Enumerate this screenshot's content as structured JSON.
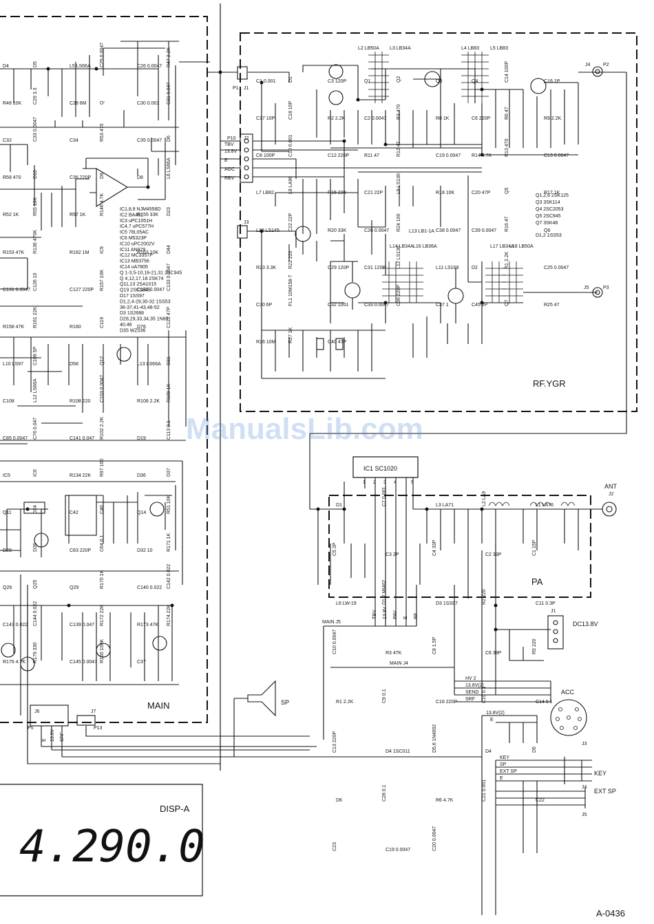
{
  "blocks": {
    "rf_ygr": "RF.YGR",
    "pa": "PA",
    "main": "MAIN",
    "disp": "DISP-A"
  },
  "display_reading": "4.290.0",
  "drawing_number": "A-0436",
  "watermark": "ManualsLib.com",
  "connectors": {
    "ant": "ANT",
    "ant_ref": "J2",
    "dc": "DC13.8V",
    "dc_ref": "J1",
    "acc": "ACC",
    "acc_ref": "J3",
    "key": "KEY",
    "key_ref": "J4",
    "ext_sp": "EXT SP",
    "ext_sp_ref": "J5",
    "sp": "SP",
    "main_j5": "MAIN J5",
    "main_j4": "MAIN J4"
  },
  "rf_ports": [
    "J4",
    "P2",
    "J5",
    "P3",
    "P1",
    "J1",
    "J2",
    "J3",
    "P10"
  ],
  "rf_pins": [
    "TBV",
    "13.8V",
    "E",
    "AGC",
    "RBV"
  ],
  "pa_ic": "IC1 SC1020",
  "pa_pins": [
    "1",
    "2",
    "3",
    "4",
    "5"
  ],
  "pa_bus": [
    "TBV",
    "13.8V",
    "PAV",
    "E",
    "RF"
  ],
  "acc_bus": [
    "HV 2",
    "13.8V(2)",
    "SEND",
    "SRF"
  ],
  "acc_bus2": [
    "13.8V(2)",
    "E"
  ],
  "key_bus": [
    "KEY",
    "SP",
    "EXT SP",
    "E"
  ],
  "rf_labels": {
    "l_top": [
      "L2 LB50A",
      "L3 LB34A",
      "L4 LB83",
      "L5 LB83"
    ],
    "l_mid": [
      "L13 LB1-1A",
      "L14 LB34A",
      "L16 LB36A",
      "L17 LB34A",
      "L18 LB50A"
    ],
    "parts": [
      "C1 0.001",
      "D1",
      "C3 120P",
      "Q1",
      "Q2",
      "Q3",
      "Q4",
      "C14 100P",
      "C16 1P",
      "C17 10P",
      "C18 10P",
      "R2 2.2K",
      "C2 0.0047",
      "R3 470",
      "R8 1K",
      "C6 220P",
      "R6 47",
      "R9 2.2K",
      "C8 100P",
      "C10 0.001",
      "C12 220P",
      "R11 47",
      "R12 47",
      "C19 0.0047",
      "R14 4.7K",
      "R13 470",
      "C13 0.0047",
      "L7 LB82",
      "L8 LA96",
      "R15 220",
      "C21 22P",
      "L9 LS136",
      "R18 10K",
      "C20 47P",
      "Q5",
      "R17 1K",
      "L10 LS145",
      "C22 22P",
      "R20 33K",
      "C26 0.0047",
      "R24 100",
      "C38 0.0047",
      "C39 0.0047",
      "R16 47",
      "Q6",
      "R23 3.3K",
      "R22 220",
      "C29 120P",
      "C31 120P",
      "L12 LS136",
      "L11 LS168",
      "D2",
      "R1 2.2K",
      "C25 0.0047",
      "C30 6P",
      "FL1 10M158-7",
      "C32 1001",
      "C33 0.0047",
      "C36 220P",
      "C37 1",
      "C45 2P",
      "Q7",
      "R25 47",
      "R26 10M",
      "R27 1K",
      "C40 47P"
    ],
    "semis": [
      "Q1,2,6 2SK125",
      "Q3 3SK114",
      "Q4 2SC2053",
      "Q5 2SC945",
      "Q7 3SK48",
      "D1,2 1SS53"
    ]
  },
  "pa_labels": [
    "D1",
    "C7 0.001",
    "L3 LA71",
    "L2 LA9",
    "L1 LA76",
    "C5 2P",
    "C3 2P",
    "C4 33P",
    "C2 33P",
    "C1 15P",
    "L6 LW-19",
    "D1,2 MI402",
    "D3 1SS97",
    "R2 220",
    "C11 0.3P",
    "C10 0.0047",
    "R3 47K",
    "C8 1.5P",
    "C6 39P",
    "R5 220",
    "R1 2.2K",
    "C9 0.1",
    "C16 220P",
    "C15 0.1",
    "C14 0.1",
    "C13 220P",
    "D4 1SC011",
    "D5,6 1N4002",
    "D4",
    "D5",
    "D6",
    "C28 0.1",
    "R6 4.7K",
    "C21 0.001",
    "C22",
    "C23",
    "C19 0.0047",
    "C20 0.0047"
  ],
  "main_labels": {
    "ic_list": [
      "IC1,8,9 NJM4558D",
      "IC2 BA401",
      "IC3 uPC1051H",
      "IC4,7 uPC577H",
      "IC5 78L05AC",
      "IC6 M5323P",
      "IC10 uPC2002V",
      "IC11 AN829",
      "IC12 MC3357P",
      "IC13 MB3756",
      "IC14 uA7805",
      "Q 1-3,5-10,16-21,31 2SC945",
      "Q 4,12,17,18 2SK74",
      "Q11,13 2SA1015",
      "Q19 2SC1645",
      "D17 1SS97",
      "D1,2,4-29,30-32 1SS53",
      "36-37,41-43,48-52",
      "D3 1S2688",
      "D28,29,33,34,35 1N60",
      "40,46",
      "D35 WZ036"
    ],
    "parts": [
      "D4",
      "D5",
      "L5 LS66A",
      "C25 0.0047",
      "C26 0.0047",
      "R47 2.2K",
      "R48 10K",
      "C29 3.3",
      "C28 6M",
      "Q",
      "C30 0.001",
      "C31 0.047",
      "C32",
      "C33 0.0047",
      "C34",
      "R53 470",
      "C35 0.0047",
      "D6",
      "R58 470",
      "D10",
      "C36 220P",
      "D9",
      "D8",
      "L6 LS66A",
      "R52 1K",
      "R55 10K",
      "R57 1K",
      "R146 4.7K",
      "R155 33K",
      "D23",
      "R153 47K",
      "R136 470K",
      "R162 1M",
      "IC9",
      "R163 10K",
      "D44",
      "C131 0.0047",
      "C126 10",
      "C127 220P",
      "R157 10K",
      "C132 0.0047",
      "C133 0.0047",
      "R158 47K",
      "R161 22K",
      "R160",
      "C119",
      "D76",
      "C122 47P",
      "L10 LS97",
      "C109 5P",
      "D58",
      "Q12",
      "L13 LS66A",
      "D31",
      "C108",
      "L12 LS66A",
      "R108 220",
      "C103 0.0047",
      "R106 2.2K",
      "R109 1K",
      "C85 0.0047",
      "C76 0.047",
      "C141 0.047",
      "R102 2.2K",
      "D19",
      "C113 0.1",
      "IC5",
      "IC6",
      "R134 22K",
      "R97 100",
      "D36",
      "D37",
      "Q11",
      "D24",
      "C42",
      "C46",
      "Q14",
      "R51 10K",
      "D29",
      "D26",
      "C63 220P",
      "C64 0.1",
      "D32 10",
      "R171 1K",
      "Q26",
      "Q25",
      "Q29",
      "R170 1K",
      "C140 0.022",
      "C142 0.022",
      "C143 0.022",
      "C144 0.022",
      "C139 0.047",
      "R172 22K",
      "R173 47K",
      "R174 22K",
      "R176 4.7K",
      "R179 330",
      "C145 0.0047",
      "R150 100K",
      "C37"
    ]
  },
  "conn_labels": [
    "P5",
    "J6",
    "E",
    "13.8V",
    "SRF",
    "P13",
    "J7"
  ]
}
